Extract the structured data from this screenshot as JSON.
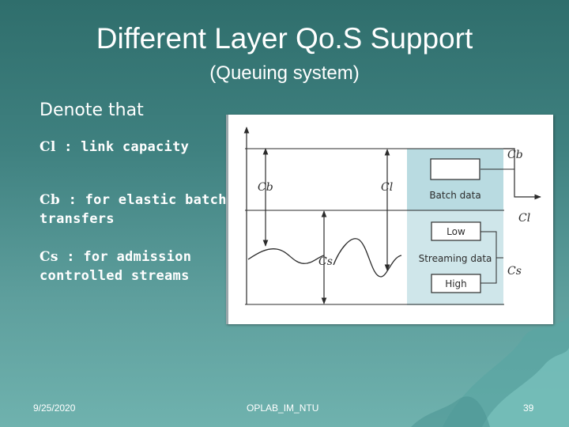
{
  "slide": {
    "title": "Different Layer Qo.S Support",
    "subtitle": "(Queuing system)",
    "denote": "Denote that",
    "definitions": {
      "cl_symbol": "Cl",
      "cl_text": ": link capacity",
      "cb_symbol": "Cb",
      "cb_text": ": for elastic batch transfers",
      "cs_symbol": "Cs",
      "cs_text": ": for admission controlled streams"
    },
    "footer": {
      "date": "9/25/2020",
      "center": "OPLAB_IM_NTU",
      "page": "39"
    }
  },
  "figure": {
    "labels": {
      "cb_left": "Cb",
      "cl_left": "Cl",
      "cs_left": "Cs",
      "cb_right": "Cb",
      "cl_right": "Cl",
      "cs_right": "Cs",
      "batch_data": "Batch data",
      "streaming_data": "Streaming data",
      "low": "Low",
      "high": "High"
    },
    "colors": {
      "panel": "#cfe6ea",
      "stroke": "#2b2b2b",
      "grid": "#8aa0a8"
    }
  }
}
